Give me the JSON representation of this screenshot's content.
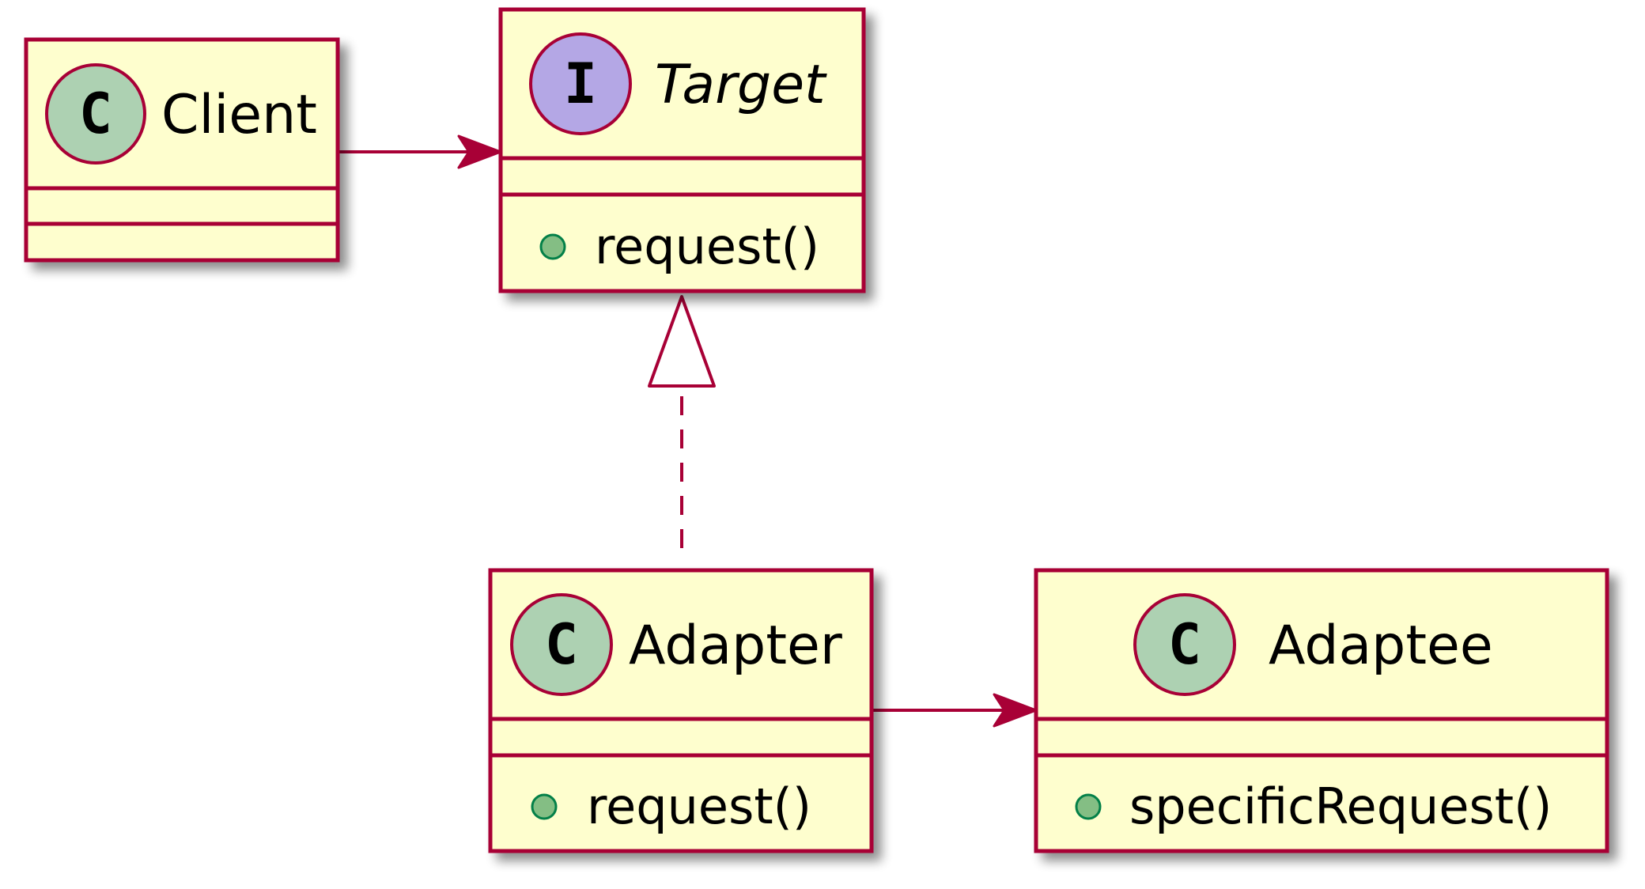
{
  "colors": {
    "box_fill": "#FEFECE",
    "box_border": "#A80036",
    "class_badge": "#ADD1B2",
    "interface_badge": "#B4A7E5",
    "visibility_public": "#84BE84",
    "visibility_public_border": "#038048"
  },
  "classes": {
    "client": {
      "badge_letter": "C",
      "name": "Client",
      "members": []
    },
    "target": {
      "badge_letter": "I",
      "name": "Target",
      "kind": "interface",
      "members": [
        {
          "visibility": "public",
          "text": "request()"
        }
      ]
    },
    "adapter": {
      "badge_letter": "C",
      "name": "Adapter",
      "members": [
        {
          "visibility": "public",
          "text": "request()"
        }
      ]
    },
    "adaptee": {
      "badge_letter": "C",
      "name": "Adaptee",
      "members": [
        {
          "visibility": "public",
          "text": "specificRequest()"
        }
      ]
    }
  },
  "relations": [
    {
      "from": "Client",
      "to": "Target",
      "type": "association"
    },
    {
      "from": "Adapter",
      "to": "Target",
      "type": "realization"
    },
    {
      "from": "Adapter",
      "to": "Adaptee",
      "type": "association"
    }
  ]
}
